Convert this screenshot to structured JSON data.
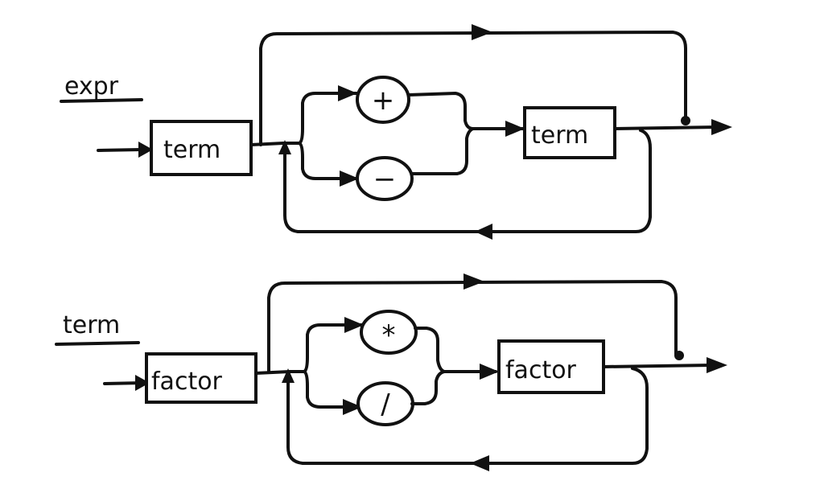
{
  "diagrams": [
    {
      "title": "expr",
      "first_box": "term",
      "operators": [
        "+",
        "−"
      ],
      "second_box": "term"
    },
    {
      "title": "term",
      "first_box": "factor",
      "operators": [
        "*",
        "/"
      ],
      "second_box": "factor"
    }
  ]
}
